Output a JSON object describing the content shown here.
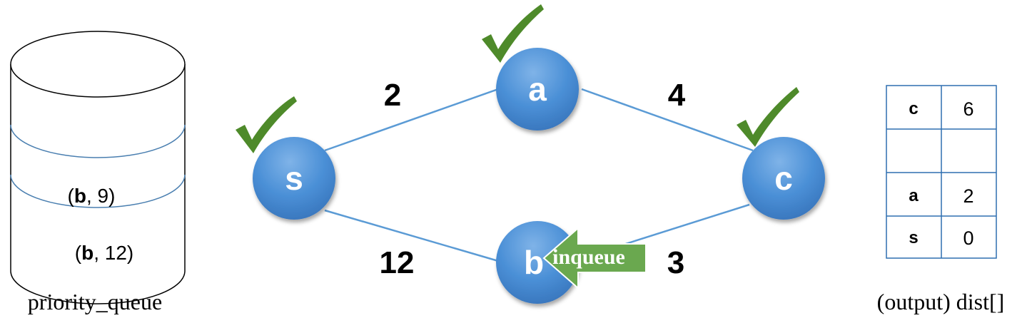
{
  "graph": {
    "nodes": [
      {
        "id": "s",
        "label": "s",
        "visited": true
      },
      {
        "id": "a",
        "label": "a",
        "visited": true
      },
      {
        "id": "c",
        "label": "c",
        "visited": true
      },
      {
        "id": "b",
        "label": "b",
        "visited": false
      }
    ],
    "edges": [
      {
        "from": "s",
        "to": "a",
        "weight": "2"
      },
      {
        "from": "a",
        "to": "c",
        "weight": "4"
      },
      {
        "from": "s",
        "to": "b",
        "weight": "12"
      },
      {
        "from": "c",
        "to": "b",
        "weight": "3"
      }
    ],
    "inqueue_label": "inqueue"
  },
  "priority_queue": {
    "caption": "priority_queue",
    "items": [
      {
        "node": "b",
        "dist": "9",
        "sep": ", ",
        "open": "(",
        "close": ")"
      },
      {
        "node": "b",
        "dist": "12",
        "sep": ", ",
        "open": "(",
        "close": ")"
      }
    ]
  },
  "dist_table": {
    "caption": "(output) dist[]",
    "rows": [
      {
        "key": "c",
        "value": "6"
      },
      {
        "key": "",
        "value": ""
      },
      {
        "key": "a",
        "value": "2"
      },
      {
        "key": "s",
        "value": "0"
      }
    ]
  },
  "colors": {
    "node_fill": "#4a8fd6",
    "edge": "#5b9bd5",
    "check": "#4e8a2a",
    "inqueue_arrow": "#6aa84f",
    "table_border": "#2e6fb0",
    "cylinder_line": "#4a7fb0"
  }
}
